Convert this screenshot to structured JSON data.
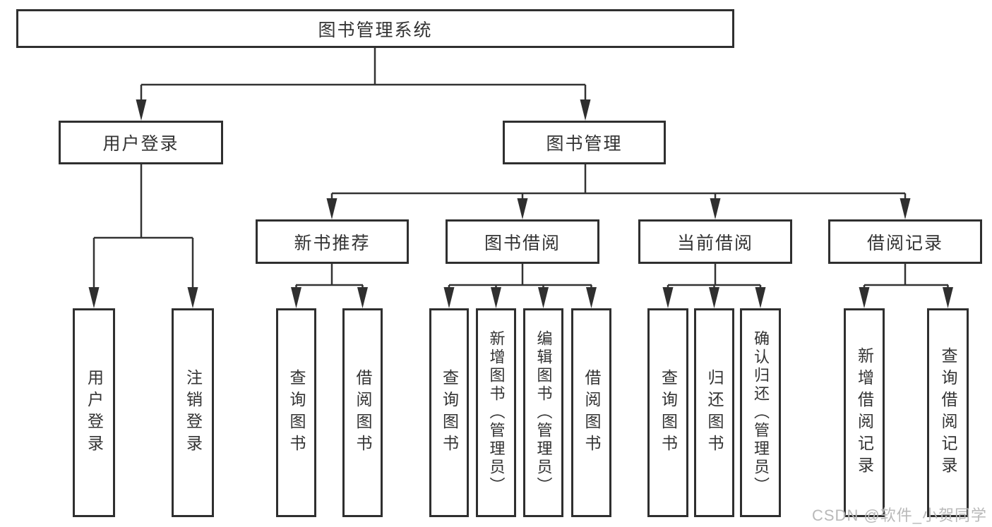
{
  "diagram_title": "图书管理系统",
  "colors": {
    "line": "#333333",
    "box_border": "#2f2f2f",
    "box_fill": "#ffffff",
    "text": "#333333",
    "watermark": "#b9b9b9"
  },
  "tree": {
    "root": {
      "label": "图书管理系统"
    },
    "level2": [
      {
        "label": "用户登录"
      },
      {
        "label": "图书管理"
      }
    ],
    "level3": [
      {
        "label": "新书推荐",
        "parent": "图书管理"
      },
      {
        "label": "图书借阅",
        "parent": "图书管理"
      },
      {
        "label": "当前借阅",
        "parent": "图书管理"
      },
      {
        "label": "借阅记录",
        "parent": "图书管理"
      }
    ],
    "leaves": [
      {
        "label": "用户登录",
        "parent": "用户登录"
      },
      {
        "label": "注销登录",
        "parent": "用户登录"
      },
      {
        "label": "查询图书",
        "parent": "新书推荐"
      },
      {
        "label": "借阅图书",
        "parent": "新书推荐"
      },
      {
        "label": "查询图书",
        "parent": "图书借阅"
      },
      {
        "label": "新增图书（管理员）",
        "parent": "图书借阅"
      },
      {
        "label": "编辑图书（管理员）",
        "parent": "图书借阅"
      },
      {
        "label": "借阅图书",
        "parent": "图书借阅"
      },
      {
        "label": "查询图书",
        "parent": "当前借阅"
      },
      {
        "label": "归还图书",
        "parent": "当前借阅"
      },
      {
        "label": "确认归还（管理员）",
        "parent": "当前借阅"
      },
      {
        "label": "新增借阅记录",
        "parent": "借阅记录"
      },
      {
        "label": "查询借阅记录",
        "parent": "借阅记录"
      }
    ]
  },
  "watermark": {
    "text": "CSDN @软件_小贺同学"
  }
}
